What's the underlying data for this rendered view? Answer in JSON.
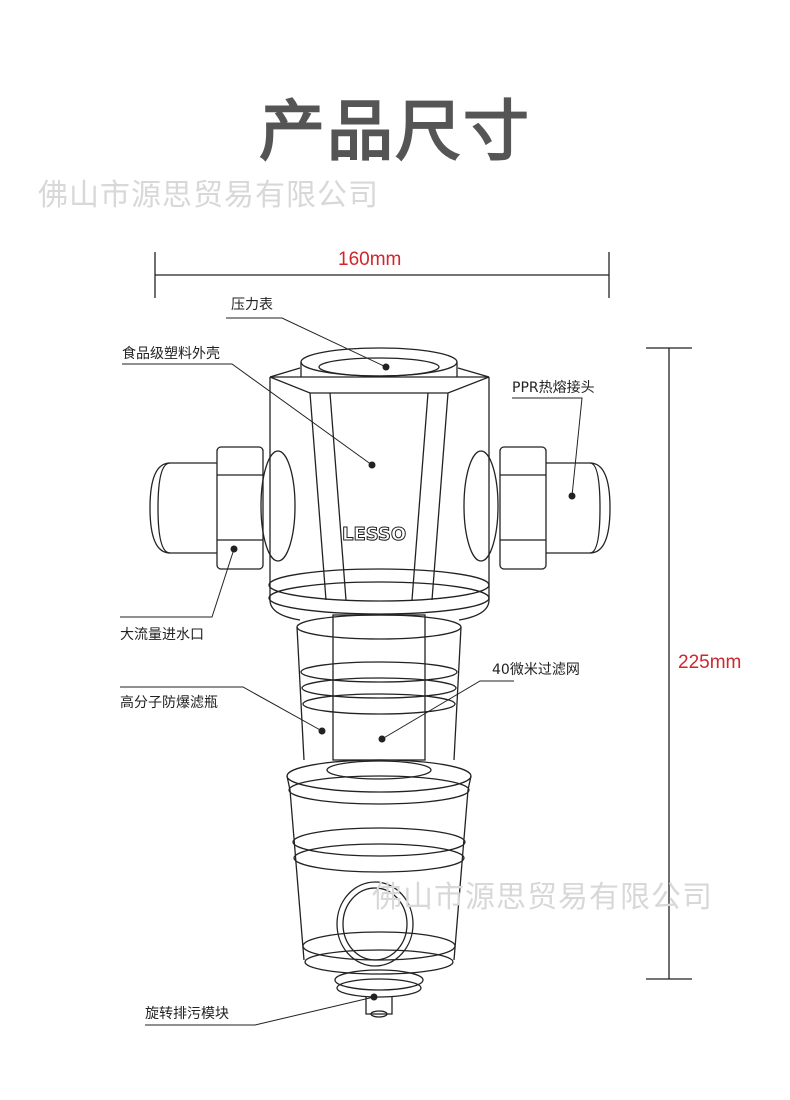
{
  "title": "产品尺寸",
  "watermark": "佛山市源思贸易有限公司",
  "dimensions": {
    "width": "160mm",
    "height": "225mm"
  },
  "brand": "LESSO",
  "labels": {
    "gauge": "压力表",
    "shell": "食品级塑料外壳",
    "ppr": "PPR热熔接头",
    "inlet": "大流量进水口",
    "mesh": "40微米过滤网",
    "bottle": "高分子防爆滤瓶",
    "drain": "旋转排污模块"
  }
}
